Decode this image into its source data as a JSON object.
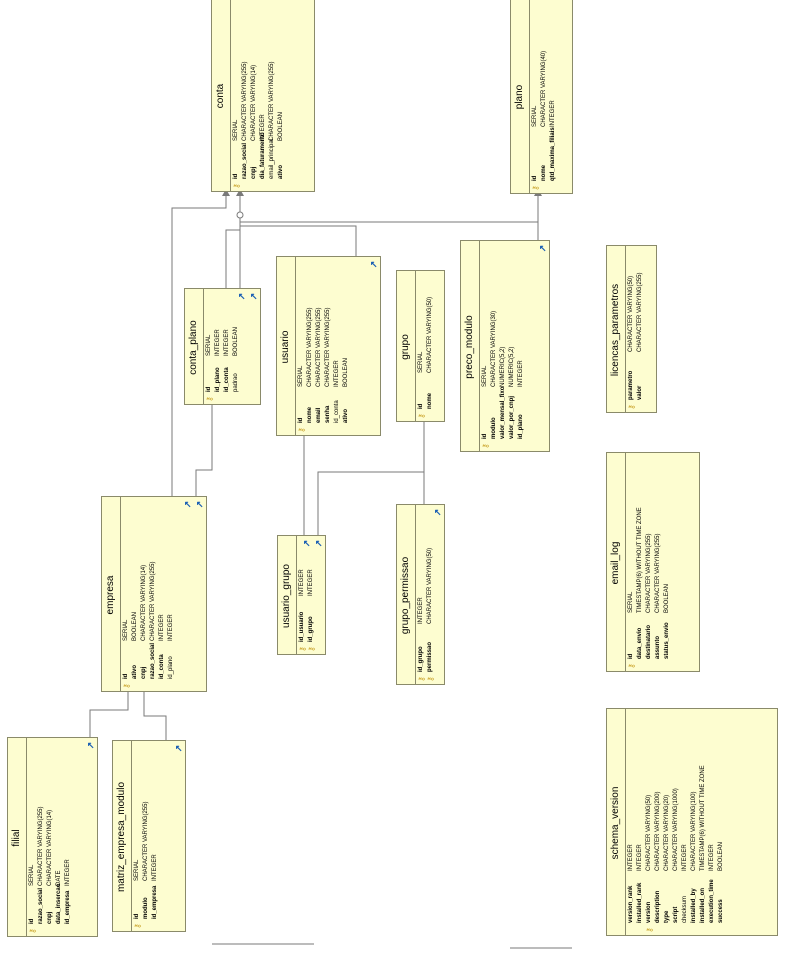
{
  "tables": [
    {
      "id": "conta",
      "name": "conta",
      "columns": [
        {
          "name": "id",
          "type": "SERIAL",
          "key": "pk"
        },
        {
          "name": "razao_social",
          "type": "CHARACTER VARYING(255)",
          "key": "nn"
        },
        {
          "name": "cnpj",
          "type": "CHARACTER VARYING(14)",
          "key": "nn"
        },
        {
          "name": "dia_faturamento",
          "type": "INTEGER",
          "key": "nn"
        },
        {
          "name": "email_principal",
          "type": "CHARACTER VARYING(255)",
          "key": ""
        },
        {
          "name": "ativo",
          "type": "BOOLEAN",
          "key": "nn"
        }
      ]
    },
    {
      "id": "plano",
      "name": "plano",
      "columns": [
        {
          "name": "id",
          "type": "SERIAL",
          "key": "pk"
        },
        {
          "name": "nome",
          "type": "CHARACTER VARYING(40)",
          "key": "nn"
        },
        {
          "name": "qtd_maxima_filiais",
          "type": "INTEGER",
          "key": "nn"
        }
      ]
    },
    {
      "id": "conta_plano",
      "name": "conta_plano",
      "fk": 2,
      "columns": [
        {
          "name": "id",
          "type": "SERIAL",
          "key": "pk"
        },
        {
          "name": "id_plano",
          "type": "INTEGER",
          "key": "nn"
        },
        {
          "name": "id_conta",
          "type": "INTEGER",
          "key": "nn"
        },
        {
          "name": "padrao",
          "type": "BOOLEAN",
          "key": ""
        }
      ]
    },
    {
      "id": "usuario",
      "name": "usuario",
      "fk": 1,
      "columns": [
        {
          "name": "id",
          "type": "SERIAL",
          "key": "pk"
        },
        {
          "name": "nome",
          "type": "CHARACTER VARYING(255)",
          "key": "nn"
        },
        {
          "name": "email",
          "type": "CHARACTER VARYING(255)",
          "key": "nn"
        },
        {
          "name": "senha",
          "type": "CHARACTER VARYING(255)",
          "key": "nn"
        },
        {
          "name": "id_conta",
          "type": "INTEGER",
          "key": ""
        },
        {
          "name": "ativo",
          "type": "BOOLEAN",
          "key": "nn"
        }
      ]
    },
    {
      "id": "grupo",
      "name": "grupo",
      "columns": [
        {
          "name": "id",
          "type": "SERIAL",
          "key": "pk"
        },
        {
          "name": "nome",
          "type": "CHARACTER VARYING(50)",
          "key": "nn"
        }
      ]
    },
    {
      "id": "preco_modulo",
      "name": "preco_modulo",
      "fk": 1,
      "columns": [
        {
          "name": "id",
          "type": "SERIAL",
          "key": "pk"
        },
        {
          "name": "modulo",
          "type": "CHARACTER VARYING(30)",
          "key": "nn"
        },
        {
          "name": "valor_mensal_fixo",
          "type": "NUMERIC(5,2)",
          "key": "nn"
        },
        {
          "name": "valor_por_cnpj",
          "type": "NUMERIC(5,2)",
          "key": "nn"
        },
        {
          "name": "id_plano",
          "type": "INTEGER",
          "key": "nn"
        }
      ]
    },
    {
      "id": "licencas_parametros",
      "name": "licencas_parametros",
      "columns": [
        {
          "name": "parametro",
          "type": "CHARACTER VARYING(50)",
          "key": "pk"
        },
        {
          "name": "valor",
          "type": "CHARACTER VARYING(255)",
          "key": "nn"
        }
      ]
    },
    {
      "id": "empresa",
      "name": "empresa",
      "fk": 2,
      "columns": [
        {
          "name": "id",
          "type": "SERIAL",
          "key": "pk"
        },
        {
          "name": "ativo",
          "type": "BOOLEAN",
          "key": "nn"
        },
        {
          "name": "cnpj",
          "type": "CHARACTER VARYING(14)",
          "key": "nn"
        },
        {
          "name": "razao_social",
          "type": "CHARACTER VARYING(255)",
          "key": "nn"
        },
        {
          "name": "id_conta",
          "type": "INTEGER",
          "key": "nn"
        },
        {
          "name": "id_plano",
          "type": "INTEGER",
          "key": ""
        }
      ]
    },
    {
      "id": "usuario_grupo",
      "name": "usuario_grupo",
      "fk": 2,
      "columns": [
        {
          "name": "id_usuario",
          "type": "INTEGER",
          "key": "pk"
        },
        {
          "name": "id_grupo",
          "type": "INTEGER",
          "key": "pk"
        }
      ]
    },
    {
      "id": "grupo_permissao",
      "name": "grupo_permissao",
      "fk": 1,
      "columns": [
        {
          "name": "id_grupo",
          "type": "INTEGER",
          "key": "pk"
        },
        {
          "name": "permissao",
          "type": "CHARACTER VARYING(50)",
          "key": "pk"
        }
      ]
    },
    {
      "id": "email_log",
      "name": "email_log",
      "columns": [
        {
          "name": "id",
          "type": "SERIAL",
          "key": "pk"
        },
        {
          "name": "data_envio",
          "type": "TIMESTAMP(6) WITHOUT TIME ZONE",
          "key": "nn"
        },
        {
          "name": "destinatario",
          "type": "CHARACTER VARYING(255)",
          "key": "nn"
        },
        {
          "name": "assunto",
          "type": "CHARACTER VARYING(255)",
          "key": "nn"
        },
        {
          "name": "status_envio",
          "type": "BOOLEAN",
          "key": "nn"
        }
      ]
    },
    {
      "id": "filial",
      "name": "filial",
      "fk": 1,
      "columns": [
        {
          "name": "id",
          "type": "SERIAL",
          "key": "pk"
        },
        {
          "name": "razao_social",
          "type": "CHARACTER VARYING(255)",
          "key": "nn"
        },
        {
          "name": "cnpj",
          "type": "CHARACTER VARYING(14)",
          "key": "nn"
        },
        {
          "name": "data_insercao",
          "type": "DATE",
          "key": "nn"
        },
        {
          "name": "id_empresa",
          "type": "INTEGER",
          "key": "nn"
        }
      ]
    },
    {
      "id": "matriz_empresa_modulo",
      "name": "matriz_empresa_modulo",
      "fk": 1,
      "columns": [
        {
          "name": "id",
          "type": "SERIAL",
          "key": "pk"
        },
        {
          "name": "modulo",
          "type": "CHARACTER VARYING(255)",
          "key": "nn"
        },
        {
          "name": "id_empresa",
          "type": "INTEGER",
          "key": "nn"
        }
      ]
    },
    {
      "id": "schema_version",
      "name": "schema_version",
      "columns": [
        {
          "name": "version_rank",
          "type": "INTEGER",
          "key": "nn"
        },
        {
          "name": "installed_rank",
          "type": "INTEGER",
          "key": "nn"
        },
        {
          "name": "version",
          "type": "CHARACTER VARYING(50)",
          "key": "pk"
        },
        {
          "name": "description",
          "type": "CHARACTER VARYING(200)",
          "key": "nn"
        },
        {
          "name": "type",
          "type": "CHARACTER VARYING(20)",
          "key": "nn"
        },
        {
          "name": "script",
          "type": "CHARACTER VARYING(1000)",
          "key": "nn"
        },
        {
          "name": "checksum",
          "type": "INTEGER",
          "key": ""
        },
        {
          "name": "installed_by",
          "type": "CHARACTER VARYING(100)",
          "key": "nn"
        },
        {
          "name": "installed_on",
          "type": "TIMESTAMP(6) WITHOUT TIME ZONE",
          "key": "nn"
        },
        {
          "name": "execution_time",
          "type": "INTEGER",
          "key": "nn"
        },
        {
          "name": "success",
          "type": "BOOLEAN",
          "key": "nn"
        }
      ]
    }
  ],
  "colors": {
    "table_fill": "#fdfdd0",
    "table_border": "#8a8a6a",
    "line": "#7a7a7a",
    "key": "#c9a227",
    "fk": "#1a5fb4"
  }
}
